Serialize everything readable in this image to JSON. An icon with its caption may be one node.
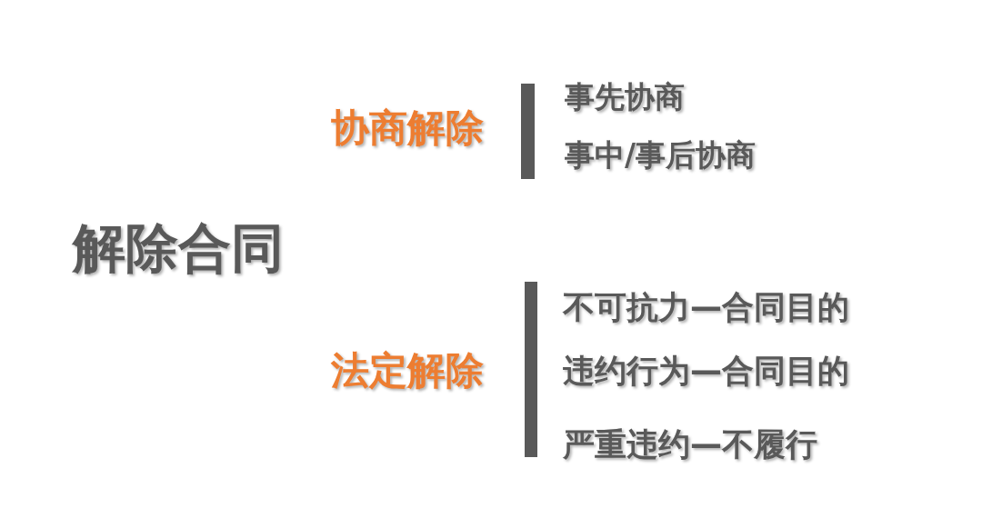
{
  "diagram": {
    "nodes": [
      {
        "text": [],
        "shape": "bar"
      },
      {
        "text": [],
        "shape": "bar"
      }
    ],
    "labels": [
      "解除合同",
      "协商解除",
      "事先协商",
      "事中/事后协商",
      "法定解除",
      "不可抗力—合同目的",
      "违约行为—合同目的",
      "严重违约—不履行"
    ]
  }
}
